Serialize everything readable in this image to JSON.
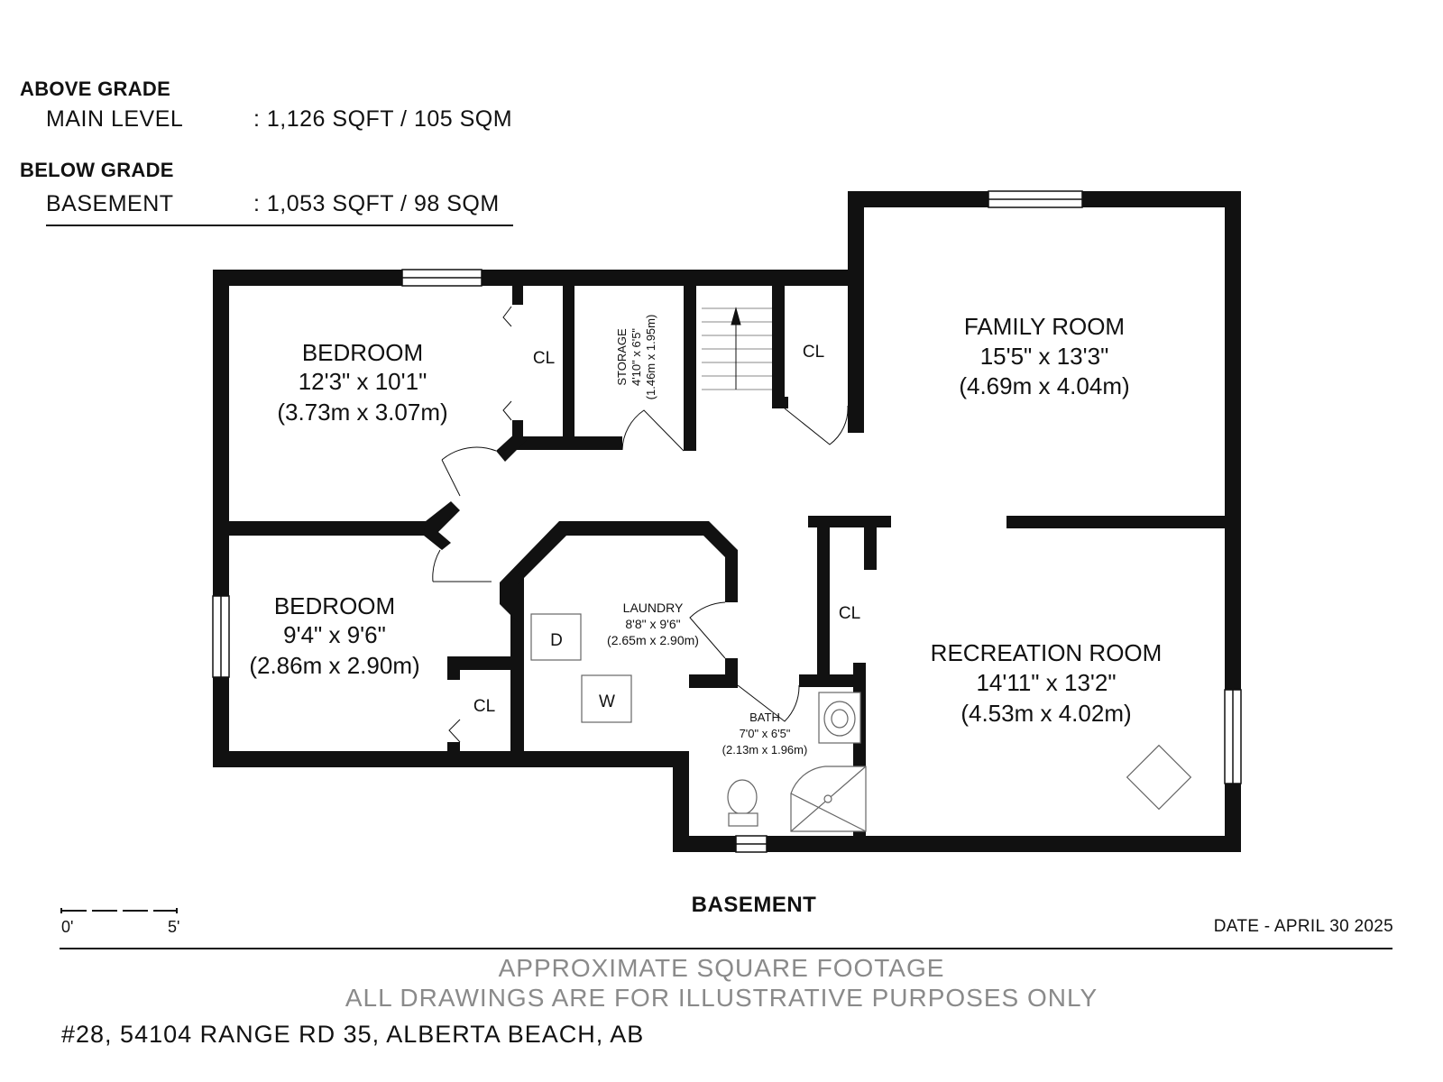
{
  "summary": {
    "above_grade_heading": "ABOVE GRADE",
    "above_rows": [
      {
        "label": "MAIN LEVEL",
        "value": ": 1,126 SQFT / 105 SQM"
      }
    ],
    "below_grade_heading": "BELOW GRADE",
    "below_rows": [
      {
        "label": "BASEMENT",
        "value": ": 1,053 SQFT / 98 SQM"
      }
    ]
  },
  "rooms": {
    "bedroom1": {
      "name": "BEDROOM",
      "dim_imperial": "12'3\" x 10'1\"",
      "dim_metric": "(3.73m x 3.07m)"
    },
    "bedroom2": {
      "name": "BEDROOM",
      "dim_imperial": "9'4\" x 9'6\"",
      "dim_metric": "(2.86m x 2.90m)"
    },
    "storage": {
      "name": "STORAGE",
      "dim_imperial": "4'10\" x 6'5\"",
      "dim_metric": "(1.46m x 1.95m)"
    },
    "family": {
      "name": "FAMILY ROOM",
      "dim_imperial": "15'5\" x 13'3\"",
      "dim_metric": "(4.69m x 4.04m)"
    },
    "recreation": {
      "name": "RECREATION ROOM",
      "dim_imperial": "14'11\" x 13'2\"",
      "dim_metric": "(4.53m x 4.02m)"
    },
    "laundry": {
      "name": "LAUNDRY",
      "dim_imperial": "8'8\" x 9'6\"",
      "dim_metric": "(2.65m x 2.90m)"
    },
    "bath": {
      "name": "BATH",
      "dim_imperial": "7'0\" x 6'5\"",
      "dim_metric": "(2.13m x 1.96m)"
    }
  },
  "labels": {
    "closet": "CL",
    "dryer": "D",
    "washer": "W"
  },
  "scale": {
    "start": "0'",
    "end": "5'"
  },
  "floor_title": "BASEMENT",
  "date": "DATE - APRIL 30 2025",
  "disclaimer": {
    "line1": "APPROXIMATE SQUARE FOOTAGE",
    "line2": "ALL DRAWINGS ARE FOR ILLUSTRATIVE PURPOSES ONLY"
  },
  "address": "#28, 54104 RANGE RD 35, ALBERTA BEACH, AB"
}
